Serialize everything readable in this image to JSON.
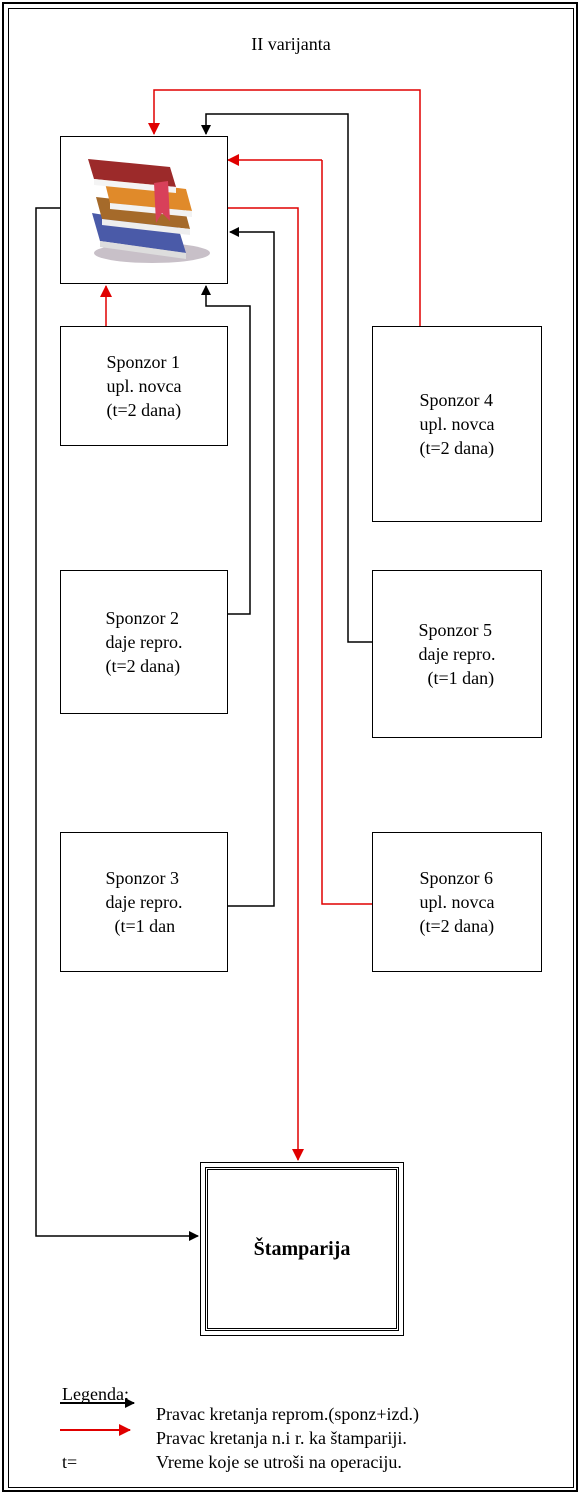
{
  "title": "II varijanta",
  "boxes": {
    "s1": [
      "Sponzor 1",
      "upl. novca",
      "(t=2 dana)"
    ],
    "s2": [
      "Sponzor 2",
      "daje repro.",
      "(t=2 dana)"
    ],
    "s3": [
      "Sponzor 3",
      "daje repro.",
      "  (t=1 dan"
    ],
    "s4": [
      "Sponzor 4",
      "upl. novca",
      "(t=2 dana)"
    ],
    "s5": [
      "Sponzor 5",
      "daje repro.",
      "  (t=1 dan)"
    ],
    "s6": [
      "Sponzor 6",
      "upl. novca",
      "(t=2 dana)"
    ]
  },
  "printer": "Štamparija",
  "legend": {
    "title": "Legenda:",
    "black": "Pravac kretanja reprom.(sponz+izd.)",
    "red": "Pravac kretanja n.i r. ka štampariji.",
    "t_symbol": "t=",
    "t_desc": "Vreme koje se utroši na operaciju."
  },
  "colors": {
    "black_arrow": "#000000",
    "red_arrow": "#e00000"
  }
}
